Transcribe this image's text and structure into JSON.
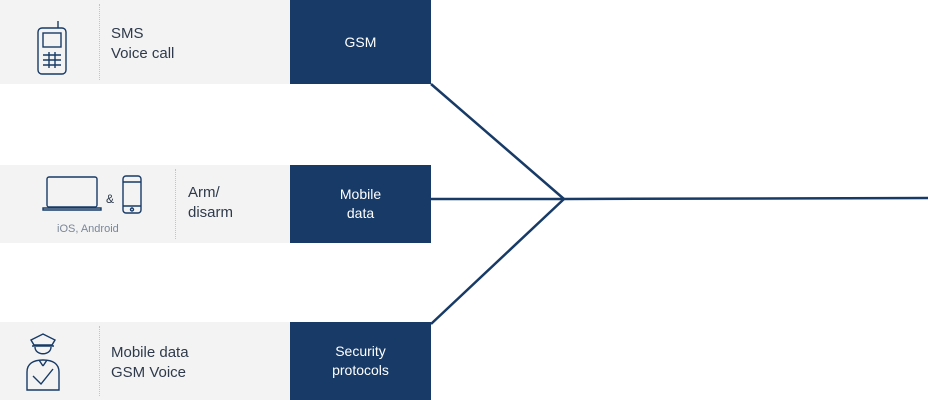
{
  "colors": {
    "accent": "#173a66",
    "panel": "#f3f3f3",
    "text": "#2e3a4b"
  },
  "rows": [
    {
      "lines": [
        "SMS",
        "Voice call"
      ],
      "box": [
        "GSM"
      ],
      "icon": "mobile-phone-icon"
    },
    {
      "lines": [
        "Arm/",
        "disarm"
      ],
      "box": [
        "Mobile",
        "data"
      ],
      "ampersand": "&",
      "platform": "iOS, Android",
      "icons": [
        "laptop-icon",
        "smartphone-icon"
      ]
    },
    {
      "lines": [
        "Mobile data",
        "GSM Voice"
      ],
      "box": [
        "Security",
        "protocols"
      ],
      "icon": "security-guard-icon"
    }
  ]
}
